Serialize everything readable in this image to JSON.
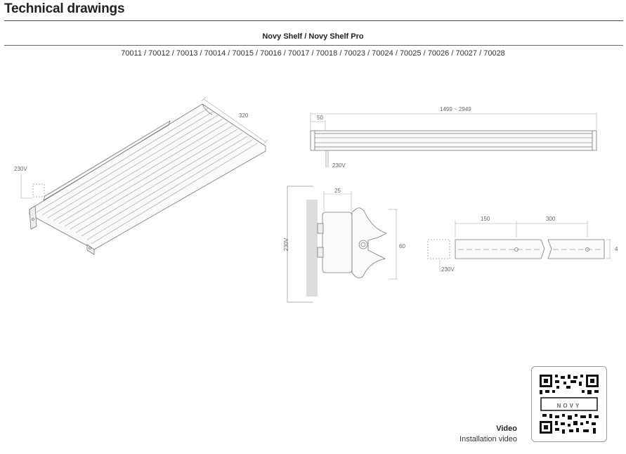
{
  "header": {
    "title": "Technical drawings"
  },
  "product": {
    "name": "Novy Shelf / Novy Shelf Pro",
    "codes": "70011 / 70012 / 70013 / 70014 / 70015 / 70016 / 70017 / 70018 / 70023 / 70024 / 70025 / 70026 / 70027 / 70028"
  },
  "drawings": {
    "iso": {
      "depth": "320",
      "voltage": "230V"
    },
    "front": {
      "length": "1499 ~ 2949",
      "offset": "50",
      "voltage": "230V"
    },
    "side": {
      "width": "25",
      "height": "60",
      "voltage": "230V"
    },
    "bottom": {
      "first": "150",
      "spacing": "300",
      "thickness": "4",
      "voltage": "230V"
    }
  },
  "video": {
    "title": "Video",
    "subtitle": "Installation video",
    "qr_text": "NOVY"
  }
}
